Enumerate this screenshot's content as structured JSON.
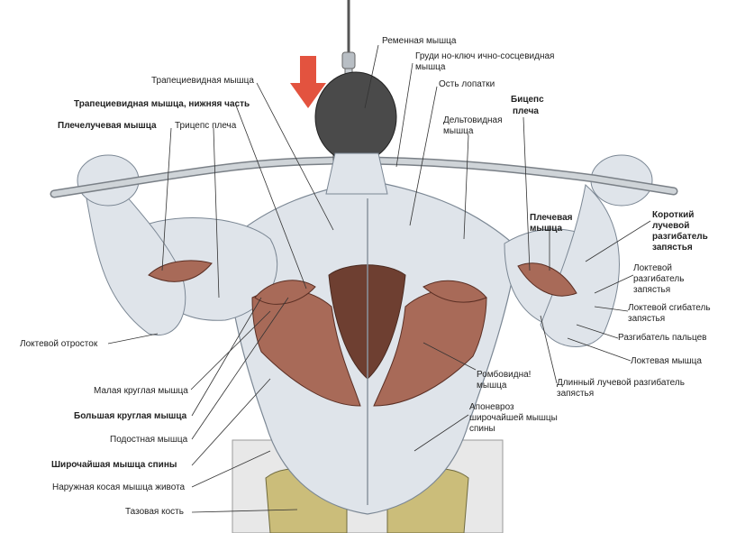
{
  "colors": {
    "skin": "#dfe4ea",
    "skin_shade": "#aab3bd",
    "muscle_red": "#a86a58",
    "muscle_dark": "#6e3f31",
    "bar": "#cfd4d8",
    "arrow": "#e3533f",
    "pelvis": "#cbbd7a",
    "leader": "#333333"
  },
  "icons": {
    "arrow": "down-arrow-icon"
  },
  "labels": {
    "remennaya": "Ременная мышца",
    "grudino1": "Груди но-ключ ично-сосцевидная",
    "grudino2": "мышца",
    "ost_lopatki": "Ость лопатки",
    "trapeciya": "Трапециевидная мышца",
    "trapeciya_niz": "Трапециевидная мышца, нижняя часть",
    "plecheluch": "Плечелучевая мышца",
    "triceps": "Трицепс плеча",
    "biceps1": "Бицепс",
    "biceps2": "плеча",
    "delt1": "Дельтовидная",
    "delt2": "мышца",
    "korotkiy1": "Короткий",
    "korotkiy2": "лучевой",
    "korotkiy3": "разгибатель",
    "korotkiy4": "запястья",
    "plechevaya1": "Плечевая",
    "plechevaya2": "мышца",
    "lokt_razg1": "Локтевой",
    "lokt_razg2": "разгибатель",
    "lokt_razg3": "запястья",
    "lokt_sgib1": "Локтевой сгибатель",
    "lokt_sgib2": "запястья",
    "razg_palcev": "Разгибатель пальцев",
    "loktevoy_otrostok": "Локтевой отросток",
    "loktevaya": "Локтевая мышца",
    "romb1": "Ромбовидна!",
    "romb2": "мышца",
    "dlinny1": "Длинный лучевой разгибатель",
    "dlinny2": "запястья",
    "malaya": "Малая круглая мышца",
    "bolshaya": "Большая круглая мышца",
    "aponevroz1": "Апоневроз",
    "aponevroz2": "широчайшей мышцы",
    "aponevroz3": "спины",
    "podostnaya": "Подостная мышца",
    "shirochayshaya": "Широчайшая мышца спины",
    "kosaya": "Наружная косая мышца живота",
    "tazovaya": "Тазовая кость"
  }
}
